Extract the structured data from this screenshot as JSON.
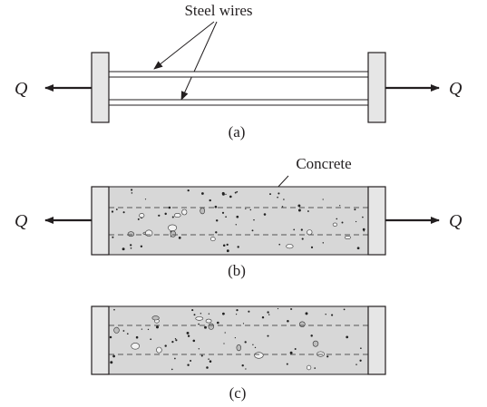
{
  "labels": {
    "steel_wires": "Steel wires",
    "concrete": "Concrete",
    "force": "Q",
    "panel_a": "(a)",
    "panel_b": "(b)",
    "panel_c": "(c)"
  },
  "colors": {
    "line": "#231f20",
    "plate": "#e6e6e6",
    "concrete": "#d7d7d7",
    "wire_fill": "#ffffff"
  }
}
